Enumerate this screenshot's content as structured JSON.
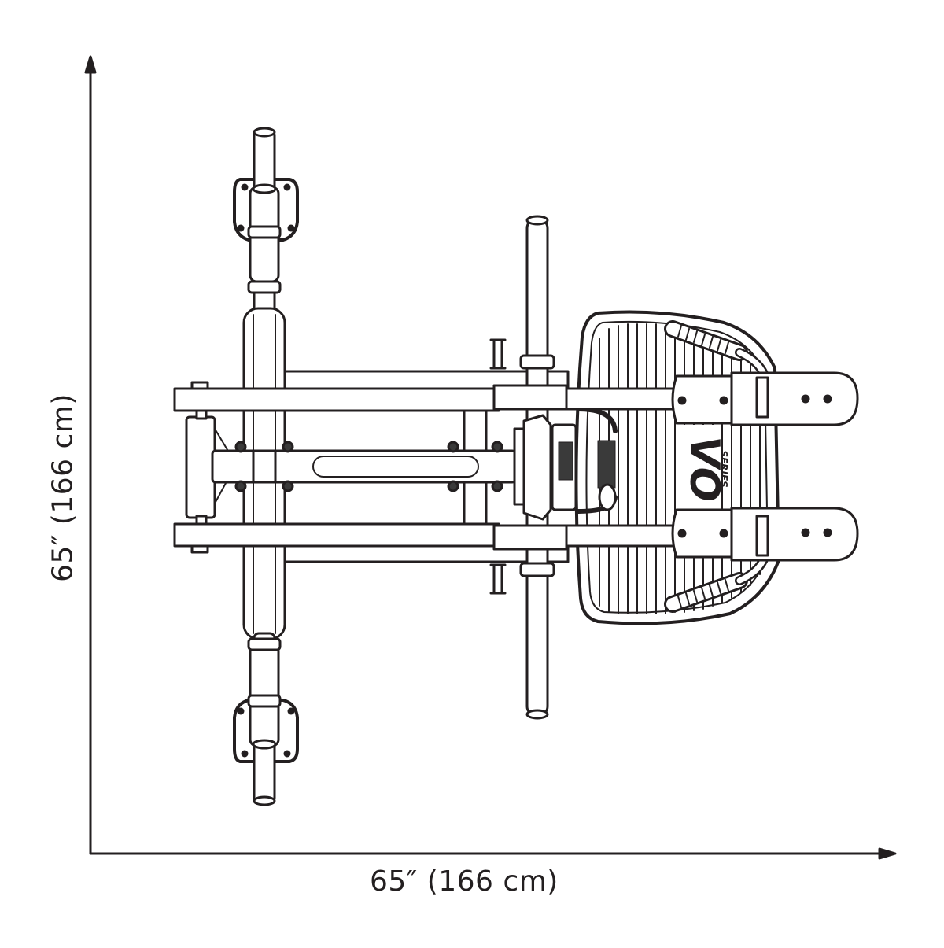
{
  "dimensions": {
    "width_label": "65″  (166 cm)",
    "height_label": "65″  (166 cm)"
  },
  "logo": {
    "mark": "VO",
    "sub": "SERIES"
  },
  "colors": {
    "line": "#231f20",
    "fill": "#ffffff",
    "dark": "#3a3a3a"
  }
}
